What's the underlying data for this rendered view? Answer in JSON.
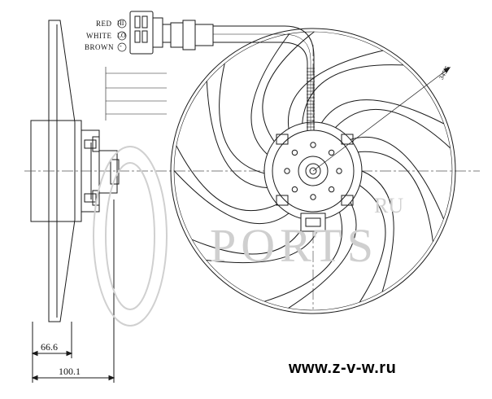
{
  "wires": [
    {
      "color_name": "RED",
      "pin": "HI"
    },
    {
      "color_name": "WHITE",
      "pin": "LO"
    },
    {
      "color_name": "BROWN",
      "pin": "-"
    }
  ],
  "dimensions": {
    "depth_inner": "66.6",
    "depth_outer": "100.1",
    "fan_radius": "345.5"
  },
  "watermark": {
    "text": "PORTS",
    "suffix": "RU"
  },
  "website": "www.z-v-w.ru",
  "colors": {
    "line": "#1a1a1a",
    "centerline": "#555555",
    "watermark": "#cfcfcf"
  }
}
